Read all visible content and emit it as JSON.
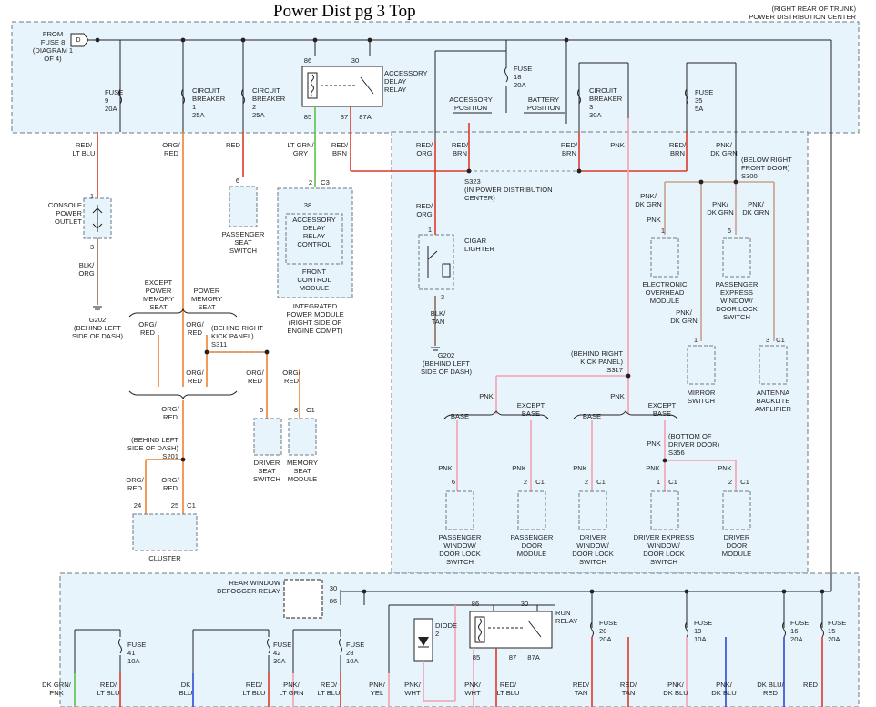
{
  "title": "Power Dist pg 3 Top",
  "header_note": "(RIGHT REAR OF TRUNK)\nPOWER DISTRIBUTION CENTER",
  "source_fuse": "FROM\nFUSE 8\n(DIAGRAM 1\nOF 4)",
  "source_connector": "D",
  "fuses": {
    "fuse9": "FUSE\n9\n20A",
    "cb1": "CIRCUIT\nBREAKER\n1\n25A",
    "cb2": "CIRCUIT\nBREAKER\n2\n25A",
    "fuse18": "FUSE\n18\n20A",
    "cb3": "CIRCUIT\nBREAKER\n3\n30A",
    "fuse35": "FUSE\n35\n5A",
    "fuse41": "FUSE\n41\n10A",
    "fuse42": "FUSE\n42\n30A",
    "fuse28": "FUSE\n28\n10A",
    "fuse20": "FUSE\n20\n20A",
    "fuse19": "FUSE\n19\n10A",
    "fuse16": "FUSE\n16\n20A",
    "fuse15": "FUSE\n15\n20A"
  },
  "relays": {
    "accessory_delay": "ACCESSORY\nDELAY\nRELAY",
    "rear_defogger": "REAR WINDOW\nDEFOGGER RELAY",
    "run_relay": "RUN\nRELAY",
    "diode": "DIODE\n2",
    "pin86": "86",
    "pin30": "30",
    "pin85": "85",
    "pin87": "87",
    "pin87a": "87A"
  },
  "positions": {
    "accessory": "ACCESSORY\nPOSITION",
    "battery": "BATTERY\nPOSITION"
  },
  "wires": {
    "red_ltblu": "RED/\nLT BLU",
    "org_red": "ORG/\nRED",
    "red": "RED",
    "ltgrn_gry": "LT GRN/\nGRY",
    "red_brn": "RED/\nBRN",
    "red_org": "RED/\nORG",
    "pnk": "PNK",
    "pnk_dkgrn": "PNK/\nDK GRN",
    "blk_org": "BLK/\nORG",
    "blk_tan": "BLK/\nTAN",
    "dkgrn_pnk": "DK GRN/\nPNK",
    "dk_blu": "DK\nBLU",
    "pnk_ltgrn": "PNK/\nLT GRN",
    "pnk_yel": "PNK/\nYEL",
    "pnk_wht": "PNK/\nWHT",
    "red_tan": "RED/\nTAN",
    "pnk_dkblu": "PNK/\nDK BLU",
    "dkblu_red": "DK BLU/\nRED"
  },
  "splices": {
    "s323": "S323\n(IN POWER DISTRIBUTION\nCENTER)",
    "s300": "(BELOW RIGHT\nFRONT DOOR)\nS300",
    "s311": "(BEHIND RIGHT\nKICK PANEL)\nS311",
    "s317": "(BEHIND RIGHT\nKICK PANEL)\nS317",
    "s201": "(BEHIND LEFT\nSIDE OF DASH)\nS201",
    "s356": "(BOTTOM OF\nDRIVER DOOR)\nS356"
  },
  "grounds": {
    "g202a": "G202\n(BEHIND LEFT\nSIDE OF DASH)",
    "g202b": "G202\n(BEHIND LEFT\nSIDE OF DASH)"
  },
  "options": {
    "except_power_memory_seat": "EXCEPT\nPOWER\nMEMORY\nSEAT",
    "power_memory_seat": "POWER\nMEMORY\nSEAT",
    "base": "BASE",
    "except_base": "EXCEPT\nBASE"
  },
  "components": {
    "console_outlet": "CONSOLE\nPOWER\nOUTLET",
    "pass_seat_switch": "PASSENGER\nSEAT\nSWITCH",
    "acc_delay_control": "ACCESSORY\nDELAY\nRELAY\nCONTROL",
    "front_control_module": "FRONT\nCONTROL\nMODULE",
    "ipm": "INTEGRATED\nPOWER MODULE\n(RIGHT SIDE OF\nENGINE COMPT)",
    "cigar_lighter": "CIGAR\nLIGHTER",
    "electronic_overhead": "ELECTRONIC\nOVERHEAD\nMODULE",
    "pass_express_window": "PASSENGER\nEXPRESS\nWINDOW/\nDOOR LOCK\nSWITCH",
    "mirror_switch": "MIRROR\nSWITCH",
    "antenna_amp": "ANTENNA\nBACKLITE\nAMPLIFIER",
    "driver_seat_switch": "DRIVER\nSEAT\nSWITCH",
    "memory_seat_module": "MEMORY\nSEAT\nMODULE",
    "cluster": "CLUSTER",
    "pass_window_switch": "PASSENGER\nWINDOW/\nDOOR LOCK\nSWITCH",
    "pass_door_module": "PASSENGER\nDOOR\nMODULE",
    "driver_window_switch": "DRIVER\nWINDOW/\nDOOR LOCK\nSWITCH",
    "driver_express_window": "DRIVER EXPRESS\nWINDOW/\nDOOR LOCK\nSWITCH",
    "driver_door_module": "DRIVER\nDOOR\nMODULE"
  },
  "pins": {
    "p1": "1",
    "p2": "2",
    "p3": "3",
    "p6": "6",
    "p8": "8",
    "p24": "24",
    "p25": "25",
    "p38": "38",
    "c1": "C1",
    "c3": "C3"
  },
  "colors": {
    "panel": "#e8f4fb",
    "panel_border": "#6a7a86",
    "red_wire": "#d83a2a",
    "orange_wire": "#f0802c",
    "pink_wire": "#f4a0b0",
    "green_wire": "#5cc24a",
    "brown_wire": "#8a6d5a",
    "pnk_grn_wire": "#c7a08e"
  }
}
